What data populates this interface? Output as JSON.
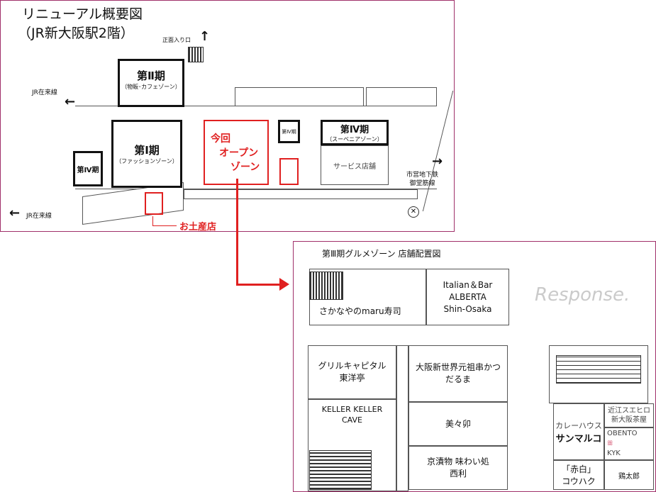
{
  "overview": {
    "title": "リニューアル概要図",
    "subtitle": "（JR新大阪駅2階）",
    "main_entrance": "正面入り口",
    "jr_line_upper": "JR在来線",
    "jr_line_lower": "JR在来線",
    "subway": [
      "市営地下鉄",
      "御堂筋線"
    ],
    "phase2": {
      "name": "第Ⅱ期",
      "zone": "（物販･カフェゾーン）"
    },
    "phase1": {
      "name": "第Ⅰ期",
      "zone": "（ファッションゾーン）"
    },
    "phase4_left": "第Ⅳ期",
    "phase4_small": "第Ⅳ期",
    "phase4_right": {
      "name": "第Ⅳ期",
      "zone": "（スーベニアゾーン）"
    },
    "open_zone": [
      "今回",
      "オープン",
      "ゾーン"
    ],
    "service": "サービス店舗",
    "souvenir_shop": "お土産店"
  },
  "detail": {
    "title": "第Ⅲ期グルメゾーン  店舗配置図",
    "shops": {
      "sakanaya": "さかなやのmaru寿司",
      "alberta": [
        "Italian＆Bar",
        "ALBERTA",
        "Shin-Osaka"
      ],
      "grill": [
        "グリルキャピタル",
        "東洋亭"
      ],
      "keller": [
        "KELLER  KELLER",
        "CAVE"
      ],
      "kushikatsu": [
        "大阪新世界元祖串かつ",
        "だるま"
      ],
      "mimiu": "美々卯",
      "kyozuke": [
        "京漬物  味わい処",
        "西利"
      ],
      "curry": [
        "カレーハウス",
        "サンマルコ"
      ],
      "suehiro": [
        "近江スエヒロ",
        "新大阪茶屋"
      ],
      "obento": [
        "OBENTO",
        "KYK"
      ],
      "akashiro": [
        "「赤白」",
        "コウハク"
      ],
      "toritaro": "鶏太郎"
    }
  },
  "watermark": "Response."
}
